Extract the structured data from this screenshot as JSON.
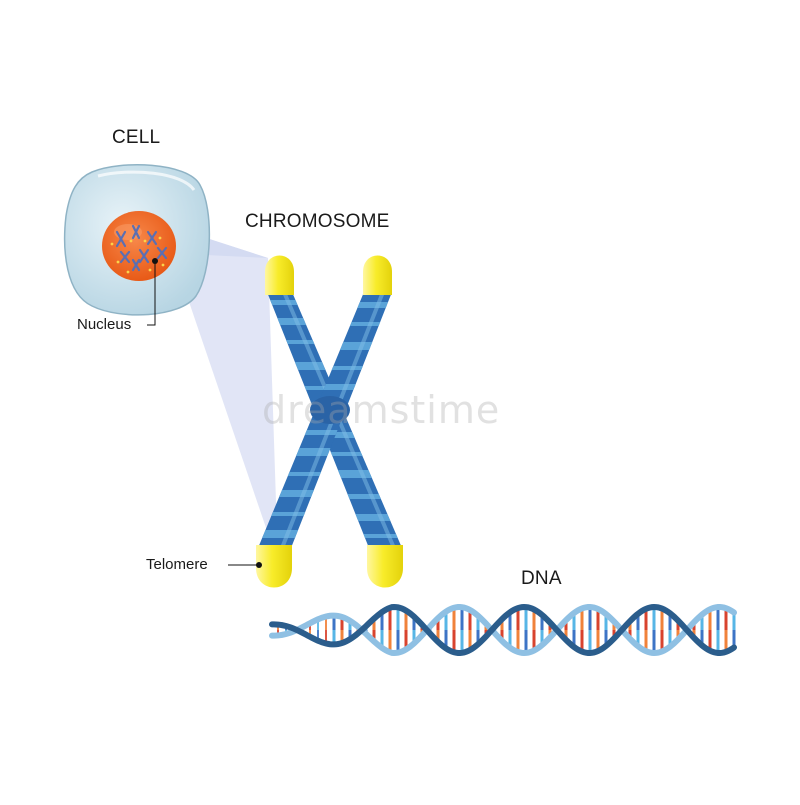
{
  "labels": {
    "cell": "CELL",
    "chromosome": "CHROMOSOME",
    "nucleus": "Nucleus",
    "telomere": "Telomere",
    "dna": "DNA"
  },
  "watermark": "dreamstime",
  "colors": {
    "cell_fill": "#cfe4ee",
    "nucleus": "#f06a22",
    "chromatid": "#2f6fb5",
    "chromatid_band": "#5aa3d8",
    "telomere": "#f5ea1e",
    "zoom_cone": "#dde3f5",
    "dna_dark": "#2b5d8c",
    "dna_light": "#8fc0e3",
    "base_orange": "#f0823a",
    "base_blue": "#3d74c6",
    "base_red": "#d8432e",
    "base_cyan": "#57b6e6"
  }
}
